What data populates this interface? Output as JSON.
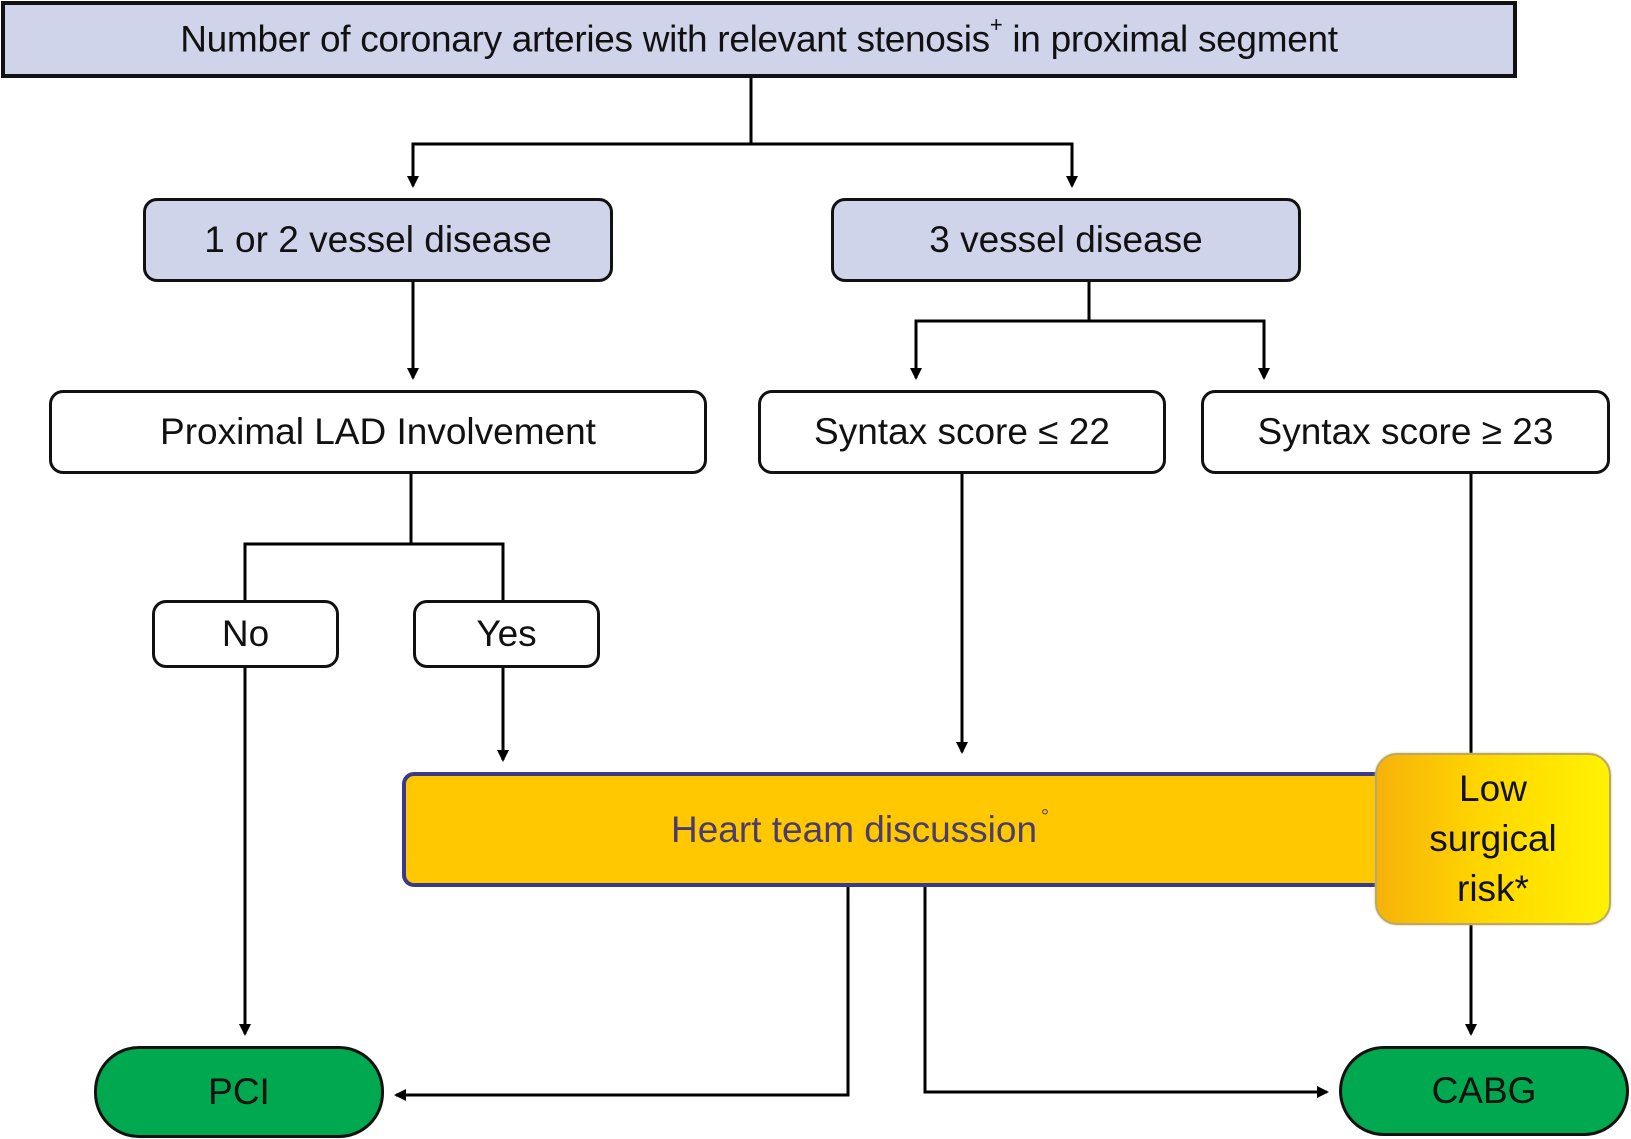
{
  "diagram": {
    "title": {
      "text": "Number of coronary arteries with relevant stenosis",
      "superscript": "+",
      "suffix": " in proximal segment"
    },
    "nodes": {
      "vessel_1_2": "1 or 2 vessel disease",
      "vessel_3": "3 vessel disease",
      "proximal_lad": "Proximal LAD Involvement",
      "syntax_low": "Syntax score ≤ 22",
      "syntax_high": "Syntax score ≥ 23",
      "no": "No",
      "yes": "Yes",
      "heart_team": {
        "text": "Heart team discussion",
        "superscript": "°"
      },
      "low_risk": {
        "lines": [
          "Low",
          "surgical",
          "risk*"
        ]
      },
      "pci": "PCI",
      "cabg": "CABG"
    },
    "edges": [
      {
        "from": "title",
        "to": "vessel_1_2"
      },
      {
        "from": "title",
        "to": "vessel_3"
      },
      {
        "from": "vessel_1_2",
        "to": "proximal_lad"
      },
      {
        "from": "vessel_3",
        "to": "syntax_low"
      },
      {
        "from": "vessel_3",
        "to": "syntax_high"
      },
      {
        "from": "proximal_lad",
        "to": "no"
      },
      {
        "from": "proximal_lad",
        "to": "yes"
      },
      {
        "from": "no",
        "to": "pci"
      },
      {
        "from": "yes",
        "to": "heart_team"
      },
      {
        "from": "syntax_low",
        "to": "heart_team"
      },
      {
        "from": "syntax_high",
        "to": "low_risk"
      },
      {
        "from": "low_risk",
        "to": "cabg"
      },
      {
        "from": "heart_team",
        "to": "pci"
      },
      {
        "from": "heart_team",
        "to": "cabg"
      }
    ],
    "colors": {
      "header_fill": "#d0d4ea",
      "heart_team_fill": "#ffc800",
      "heart_team_border": "#3b3a8a",
      "heart_team_text": "#4a3d6e",
      "outcome_fill": "#00a84f",
      "low_risk_gradient": [
        "#f6b20a",
        "#fff200"
      ]
    }
  }
}
